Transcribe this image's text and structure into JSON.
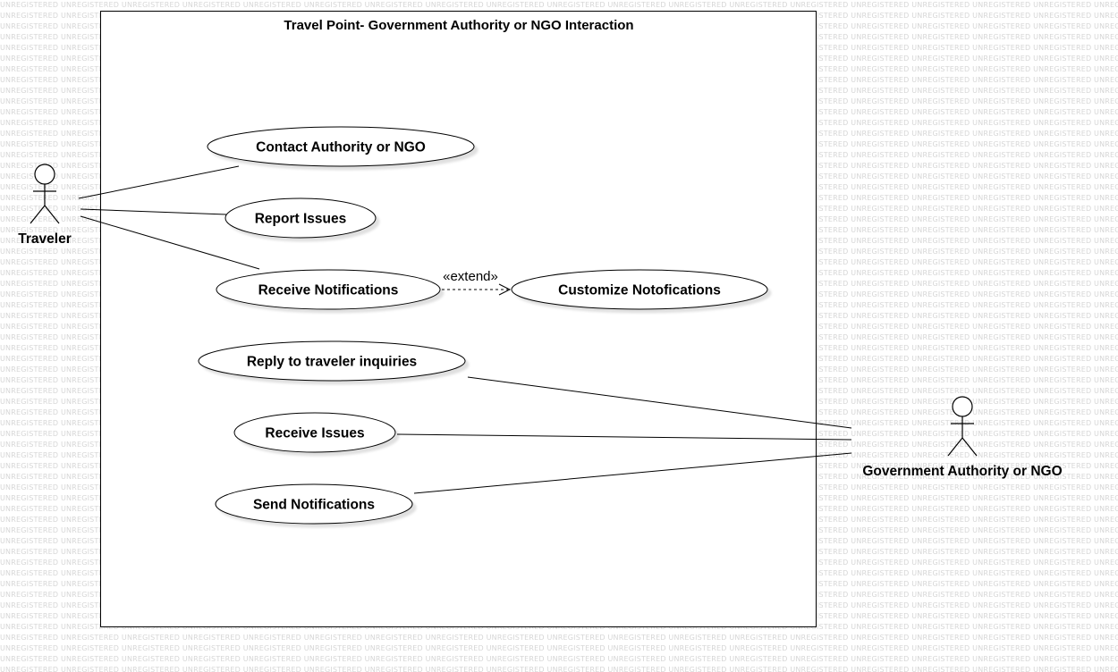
{
  "system": {
    "title": "Travel Point- Government Authority or NGO Interaction"
  },
  "watermark": {
    "text": "UNREGISTERED"
  },
  "actors": {
    "traveler": "Traveler",
    "authority": "Government Authority or NGO"
  },
  "use_cases": {
    "contact": "Contact Authority or NGO",
    "report": "Report Issues",
    "receive_notifications": "Receive Notifications",
    "customize": "Customize Notofications",
    "reply": "Reply to traveler inquiries",
    "receive_issues": "Receive Issues",
    "send_notifications": "Send Notifications"
  },
  "relations": {
    "extend_label": "«extend»"
  }
}
